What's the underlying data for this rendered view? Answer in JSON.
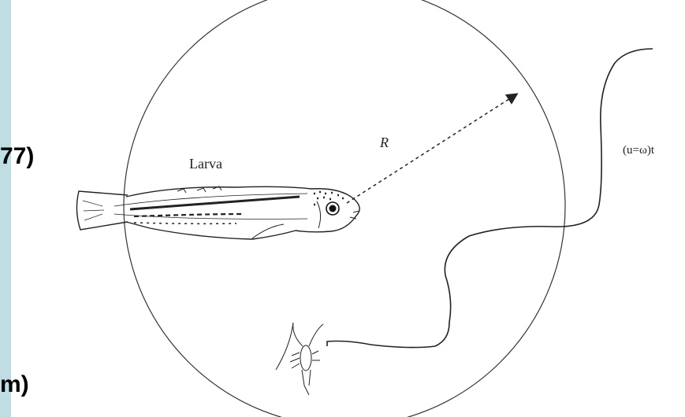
{
  "diagram": {
    "larva_label": "Larva",
    "radius_label": "R",
    "path_label": "(u=ω)t"
  },
  "background_text": {
    "top": "77)",
    "bottom": "m)"
  },
  "colors": {
    "background": "#bfdde3",
    "panel": "#ffffff",
    "ink": "#222222"
  }
}
